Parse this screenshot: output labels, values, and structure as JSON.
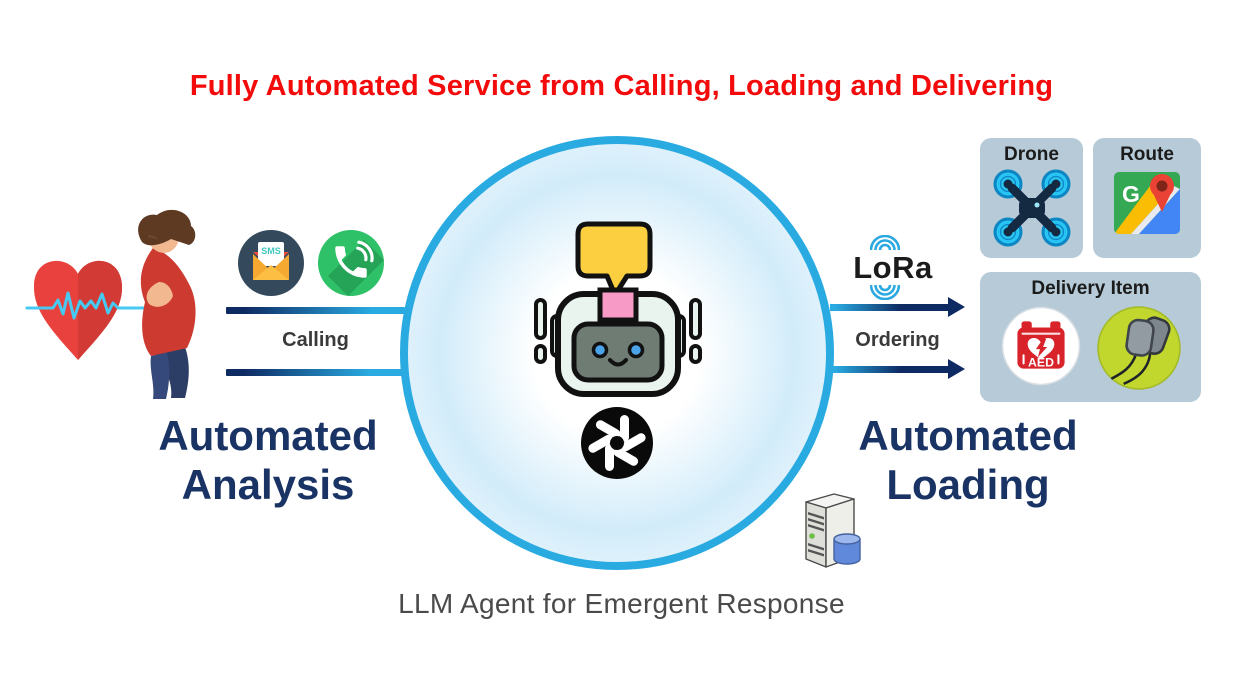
{
  "title": {
    "text": "Fully Automated Service from Calling, Loading and Delivering"
  },
  "left_panel": {
    "heading_line1": "Automated",
    "heading_line2": "Analysis",
    "arrow_label": "Calling"
  },
  "right_panel": {
    "heading_line1": "Automated",
    "heading_line2": "Loading",
    "arrow_label": "Ordering",
    "lora_label": "LoRa"
  },
  "center": {
    "caption": "LLM Agent for Emergent Response"
  },
  "panels": {
    "drone": {
      "label": "Drone"
    },
    "route": {
      "label": "Route",
      "g_letter": "G"
    },
    "delivery": {
      "label": "Delivery Item",
      "aed_text": "AED"
    }
  },
  "icons_text": {
    "sms": "SMS"
  },
  "icons": {
    "heart-ecg-icon": "red heart with cyan heartbeat line",
    "patient-icon": "man bent over clutching chest",
    "sms-icon": "navy circle with open envelope and SMS letter",
    "phone-icon": "green circle with white handset and signal waves",
    "robot-icon": "mint robot head with pink cap and gray face",
    "speech-bubble-icon": "yellow speech bubble",
    "openai-logo-icon": "black circle with white knot mark",
    "server-database-icon": "gray tower server with blue database cylinder",
    "lora-signal-icon": "blue arcs above and below the o of LoRa",
    "drone-icon": "navy quadcopter with cyan propellers",
    "google-maps-icon": "map tile with G, roads and red pin",
    "aed-icon": "white circle with red AED defibrillator",
    "defib-pads-icon": "lime circle with gray defibrillator pads"
  },
  "colors": {
    "title_red": "#F30A0A",
    "heading_navy": "#1A3365",
    "circle_border_cyan": "#29ABE2",
    "arrow_navy": "#0E2A63",
    "arrow_cyan": "#29ABE2",
    "panel_bg": "#B6CBD7",
    "caption_gray": "#4A4A4A",
    "flow_label_gray": "#3A3A3A",
    "lora_blue": "#2BA9E0",
    "phone_green": "#2EC167",
    "sms_navy": "#35495C",
    "heart_red": "#E9423E",
    "aed_red": "#D8232A",
    "pads_lime": "#C1D72E",
    "bubble_yellow": "#FBCF3F",
    "robot_mint": "#EAF4EF",
    "robot_pink": "#F79AC6",
    "maps_green": "#34A853",
    "pin_red": "#EA4335"
  }
}
